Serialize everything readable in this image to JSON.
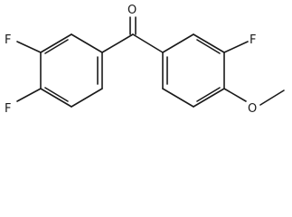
{
  "molecule": {
    "atoms": {
      "carbonyl_oxygen": "O",
      "fluorine_left_top": "F",
      "fluorine_left_bottom": "F",
      "fluorine_right": "F",
      "methoxy_oxygen": "O"
    }
  }
}
